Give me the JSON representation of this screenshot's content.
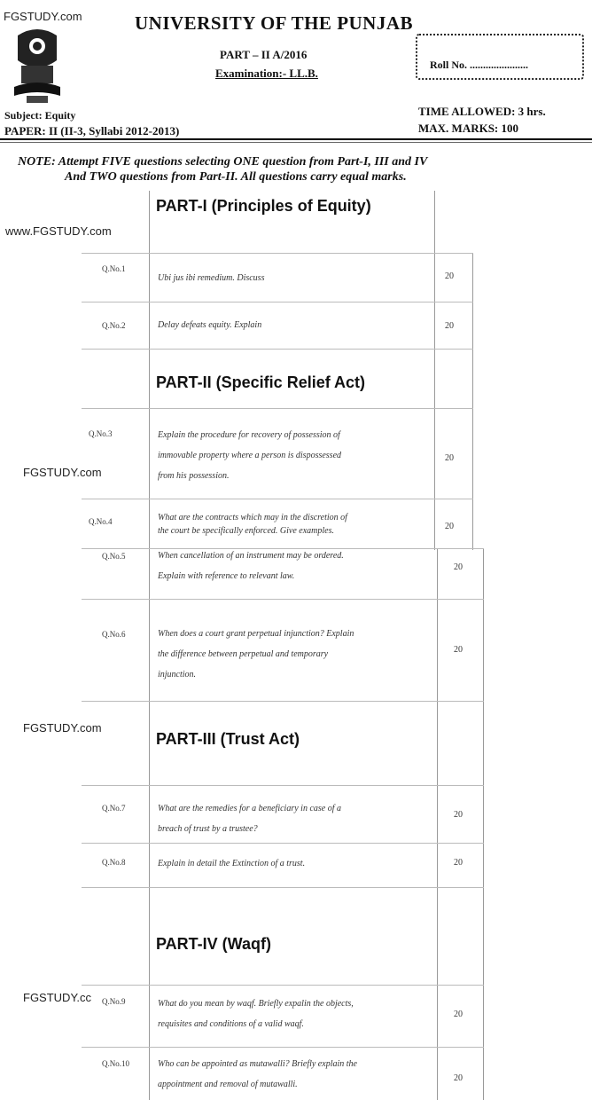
{
  "watermark": {
    "top": "FGSTUDY.com",
    "site": "www.FGSTUDY.com",
    "mid1": "FGSTUDY.com",
    "mid2": "FGSTUDY.com",
    "bottom": "FGSTUDY.cc"
  },
  "header": {
    "university": "UNIVERSITY OF THE PUNJAB",
    "part": "PART – II   A/2016",
    "examination": "Examination:- LL.B.",
    "roll_label": "Roll No. ......................",
    "subject": "Subject: Equity",
    "paper": "PAPER: II (II-3, Syllabi 2012-2013)",
    "time_allowed": "TIME ALLOWED: 3 hrs.",
    "max_marks": "MAX. MARKS: 100"
  },
  "note": {
    "line1": "NOTE: Attempt FIVE questions selecting ONE question from Part-I, III and IV",
    "line2": "And TWO questions from Part-II. All questions carry equal marks."
  },
  "parts": [
    {
      "title": "PART-I (Principles of Equity)"
    },
    {
      "title": "PART-II (Specific Relief Act)"
    },
    {
      "title": "PART-III (Trust Act)"
    },
    {
      "title": "PART-IV (Waqf)"
    }
  ],
  "questions": [
    {
      "no": "Q.No.1",
      "lines": [
        "Ubi jus ibi remedium. Discuss"
      ],
      "marks": "20"
    },
    {
      "no": "Q.No.2",
      "lines": [
        "Delay defeats equity. Explain"
      ],
      "marks": "20"
    },
    {
      "no": "Q.No.3",
      "lines": [
        "Explain the procedure for recovery of possession of",
        "immovable property where a person is dispossessed",
        "from his possession."
      ],
      "marks": "20"
    },
    {
      "no": "Q.No.4",
      "lines": [
        "What are the contracts which may in the discretion of",
        "the court be specifically enforced. Give examples."
      ],
      "marks": "20"
    },
    {
      "no": "Q.No.5",
      "lines": [
        "When cancellation of an instrument may be ordered.",
        "Explain with reference to relevant law."
      ],
      "marks": "20"
    },
    {
      "no": "Q.No.6",
      "lines": [
        "When does a court grant perpetual injunction? Explain",
        "the difference between perpetual and temporary",
        "injunction."
      ],
      "marks": "20"
    },
    {
      "no": "Q.No.7",
      "lines": [
        "What are the remedies for a beneficiary in case of a",
        "breach of trust by a trustee?"
      ],
      "marks": "20"
    },
    {
      "no": "Q.No.8",
      "lines": [
        "Explain in detail the Extinction of a trust."
      ],
      "marks": "20"
    },
    {
      "no": "Q.No.9",
      "lines": [
        "What do you mean by waqf. Briefly expalin the objects,",
        "requisites and conditions of a valid waqf."
      ],
      "marks": "20"
    },
    {
      "no": "Q.No.10",
      "lines": [
        "Who can be appointed as mutawalli? Briefly explain the",
        "appointment and removal of mutawalli."
      ],
      "marks": "20"
    }
  ]
}
